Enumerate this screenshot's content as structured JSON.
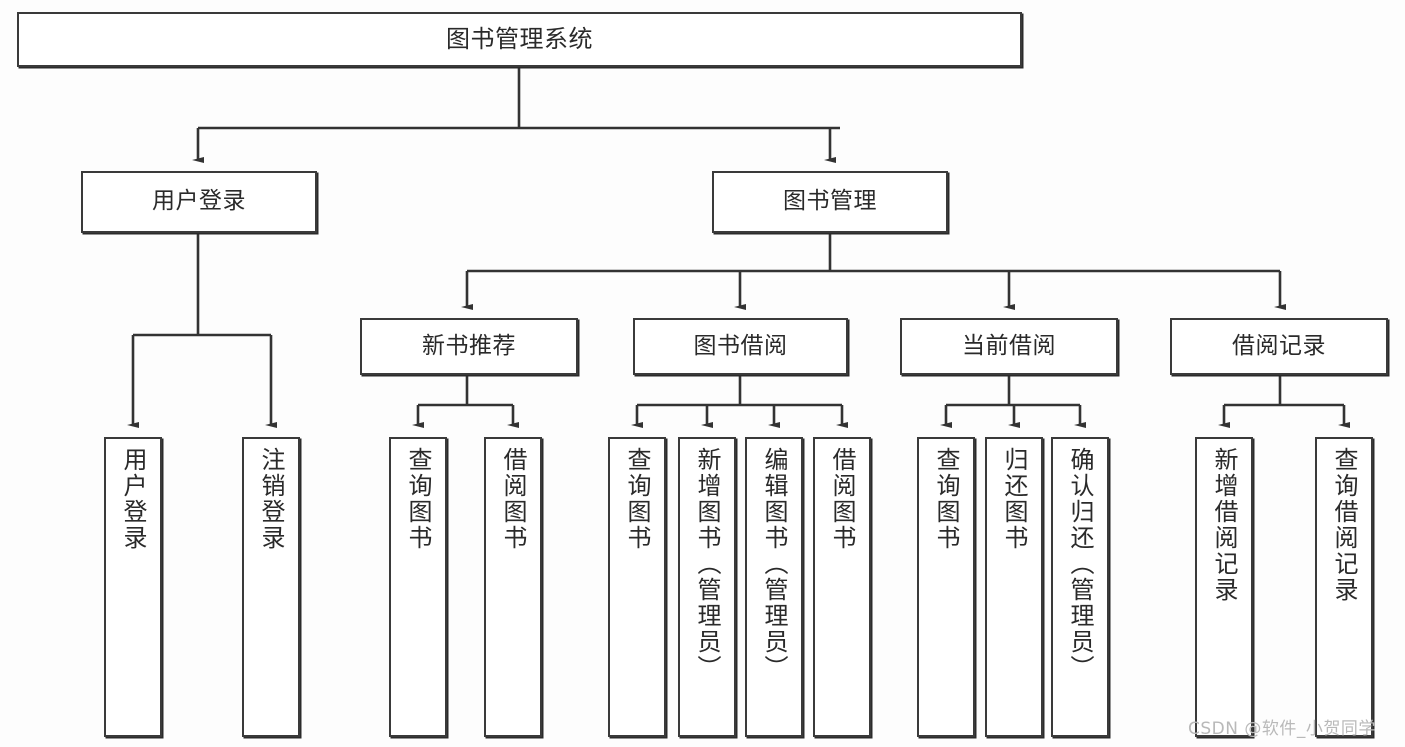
{
  "diagram": {
    "title": "图书管理系统",
    "watermark": "CSDN @软件_小贺同学",
    "colors": {
      "background": "#fdfdfd",
      "node_fill": "#ffffff",
      "node_border": "#3a3a3a",
      "edge": "#333333",
      "text": "#2a2a2a",
      "watermark": "#b9b9b9"
    },
    "nodes": {
      "root": "图书管理系统",
      "level2": {
        "user_login": "用户登录",
        "book_manage": "图书管理"
      },
      "level3": {
        "new_book_recommend": "新书推荐",
        "book_borrow": "图书借阅",
        "current_borrow": "当前借阅",
        "borrow_record": "借阅记录"
      },
      "leaves": {
        "user_login_1": "用户登录",
        "user_login_2": "注销登录",
        "recommend_1": "查询图书",
        "recommend_2": "借阅图书",
        "borrow_1": "查询图书",
        "borrow_2": "新增图书（管理员）",
        "borrow_3": "编辑图书（管理员）",
        "borrow_4": "借阅图书",
        "current_1": "查询图书",
        "current_2": "归还图书",
        "current_3": "确认归还（管理员）",
        "record_1": "新增借阅记录",
        "record_2": "查询借阅记录"
      }
    }
  }
}
